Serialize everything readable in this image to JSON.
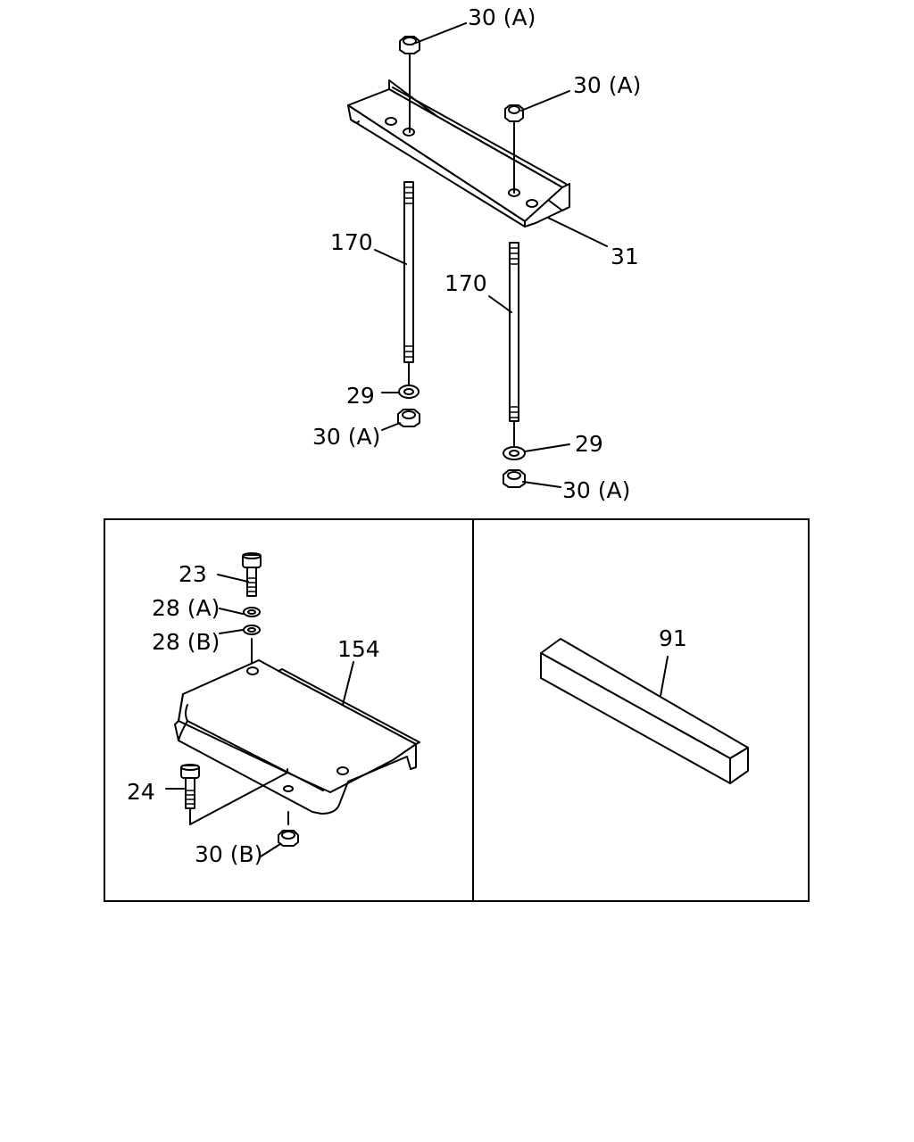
{
  "callouts": {
    "nut_top_left": "30 (A)",
    "nut_top_right": "30 (A)",
    "bracket_channel": "31",
    "stud_left": "170",
    "stud_right": "170",
    "washer_left": "29",
    "nut_bottom_left": "30 (A)",
    "washer_right": "29",
    "nut_bottom_right": "30 (A)",
    "bolt_upper": "23",
    "washer_spring": "28 (A)",
    "washer_plain": "28 (B)",
    "plate_bracket": "154",
    "bolt_lower": "24",
    "nut_lower": "30 (B)",
    "block_bar": "91"
  }
}
